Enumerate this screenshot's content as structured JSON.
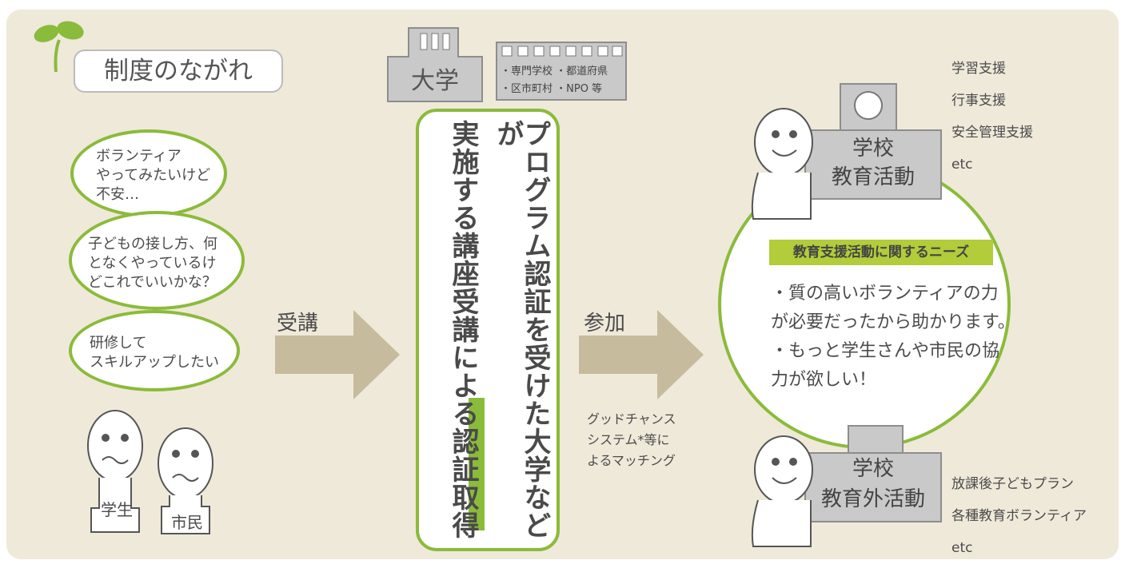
{
  "title": "制度のながれ",
  "worries": [
    "ボランティア\nやってみたいけど\n不安…",
    "子どもの接し方、何\nとなくやっているけ\nどこれでいいかな？",
    "研修して\nスキルアップしたい"
  ],
  "people": {
    "student": "学生",
    "citizen": "市民"
  },
  "arrow1": "受講",
  "arrow2": "参加",
  "university": "大学",
  "others": {
    "line1": "・専門学校 ・都道府県",
    "line2": "・区市町村 ・NPO 等"
  },
  "program": {
    "col1": "プログラム認証を受けた大学などが",
    "col2": "実施する講座受講による認証取得"
  },
  "matching": "グッドチャンス\nシステム*等に\nよるマッチング",
  "school_top": "学校\n教育活動",
  "school_bottom": "学校\n教育外活動",
  "needs_header": "教育支援活動に関するニーズ",
  "needs_text": "・質の高いボランティアの力\nが必要だったから助かります。\n・もっと学生さんや市民の協\n力が欲しい！",
  "top_list": [
    "学習支援",
    "行事支援",
    "安全管理支援",
    "etc"
  ],
  "bottom_list": [
    "放課後子どもプラン",
    "各種教育ボランティア",
    "etc"
  ],
  "colors": {
    "green": "#8bbb3a",
    "background": "#efe9da",
    "gray": "#c9c9c9",
    "arrow": "#c6bb9d"
  }
}
